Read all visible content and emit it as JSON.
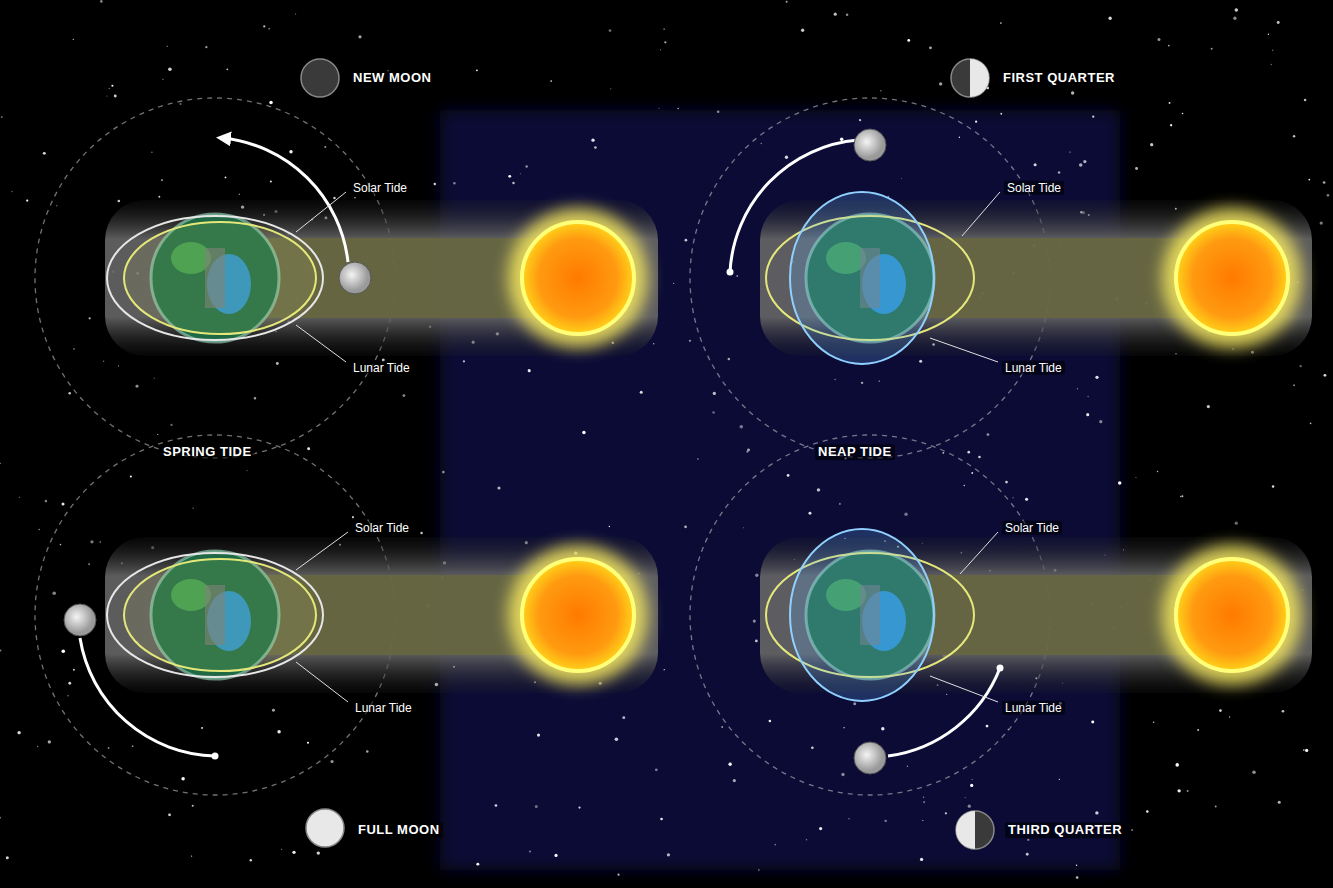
{
  "diagram": {
    "labels": [
      "NEW MOON",
      "FIRST QUARTER",
      "Solar Tide",
      "Lunar Tide",
      "Solar Tide",
      "Lunar Tide",
      "SPRING TIDE",
      "NEAP TIDE",
      "Solar Tide",
      "Lunar Tide",
      "Solar Tide",
      "Lunar Tide",
      "FULL MOON",
      "THIRD QUARTER"
    ]
  }
}
